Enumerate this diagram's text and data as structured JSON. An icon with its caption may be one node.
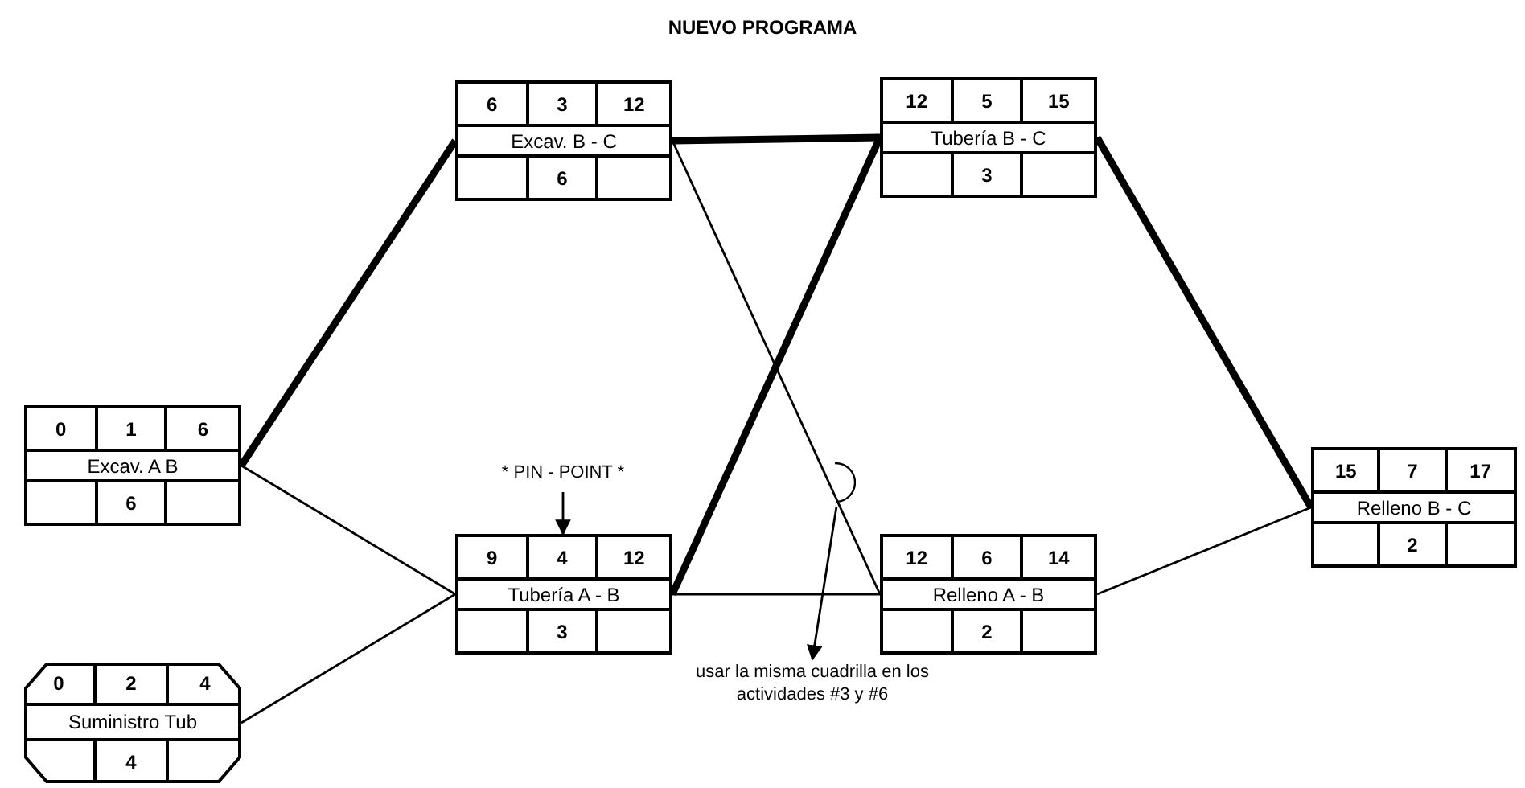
{
  "diagram": {
    "title": "NUEVO PROGRAMA",
    "nodes": [
      {
        "text": [
          "0",
          "1",
          "6",
          "Excav. A B",
          "6"
        ]
      },
      {
        "text": [
          "6",
          "3",
          "12",
          "Excav. B - C",
          "6"
        ]
      },
      {
        "text": [
          "9",
          "4",
          "12",
          "Tubería A - B",
          "3"
        ]
      },
      {
        "text": [
          "0",
          "2",
          "4",
          "Suministro Tub",
          "4"
        ]
      },
      {
        "text": [
          "12",
          "5",
          "15",
          "Tubería B - C",
          "3"
        ]
      },
      {
        "text": [
          "12",
          "6",
          "14",
          "Relleno A - B",
          "2"
        ]
      },
      {
        "text": [
          "15",
          "7",
          "17",
          "Relleno B - C",
          "2"
        ]
      },
      {
        "text": [
          "* PIN - POINT *"
        ]
      },
      {
        "text": [
          "usar la misma cuadrilla en los actividades #3 y #6"
        ]
      },
      {
        "text": [],
        "shape": "arc"
      }
    ],
    "edges": [
      {
        "from": 0,
        "to": 1,
        "arrow": "none",
        "style": "thick"
      },
      {
        "from": 0,
        "to": 2,
        "arrow": "none"
      },
      {
        "from": 3,
        "to": 2,
        "arrow": "none"
      },
      {
        "from": 1,
        "to": 4,
        "arrow": "none",
        "style": "thick"
      },
      {
        "from": 1,
        "to": 5,
        "arrow": "none"
      },
      {
        "from": 2,
        "to": 4,
        "arrow": "none",
        "style": "thick"
      },
      {
        "from": 2,
        "to": 5,
        "arrow": "none"
      },
      {
        "from": 4,
        "to": 6,
        "arrow": "none",
        "style": "thick"
      },
      {
        "from": 5,
        "to": 6,
        "arrow": "none"
      },
      {
        "from": 7,
        "to": 2,
        "arrow": "to"
      },
      {
        "from": 9,
        "to": 8,
        "arrow": "to"
      }
    ]
  }
}
